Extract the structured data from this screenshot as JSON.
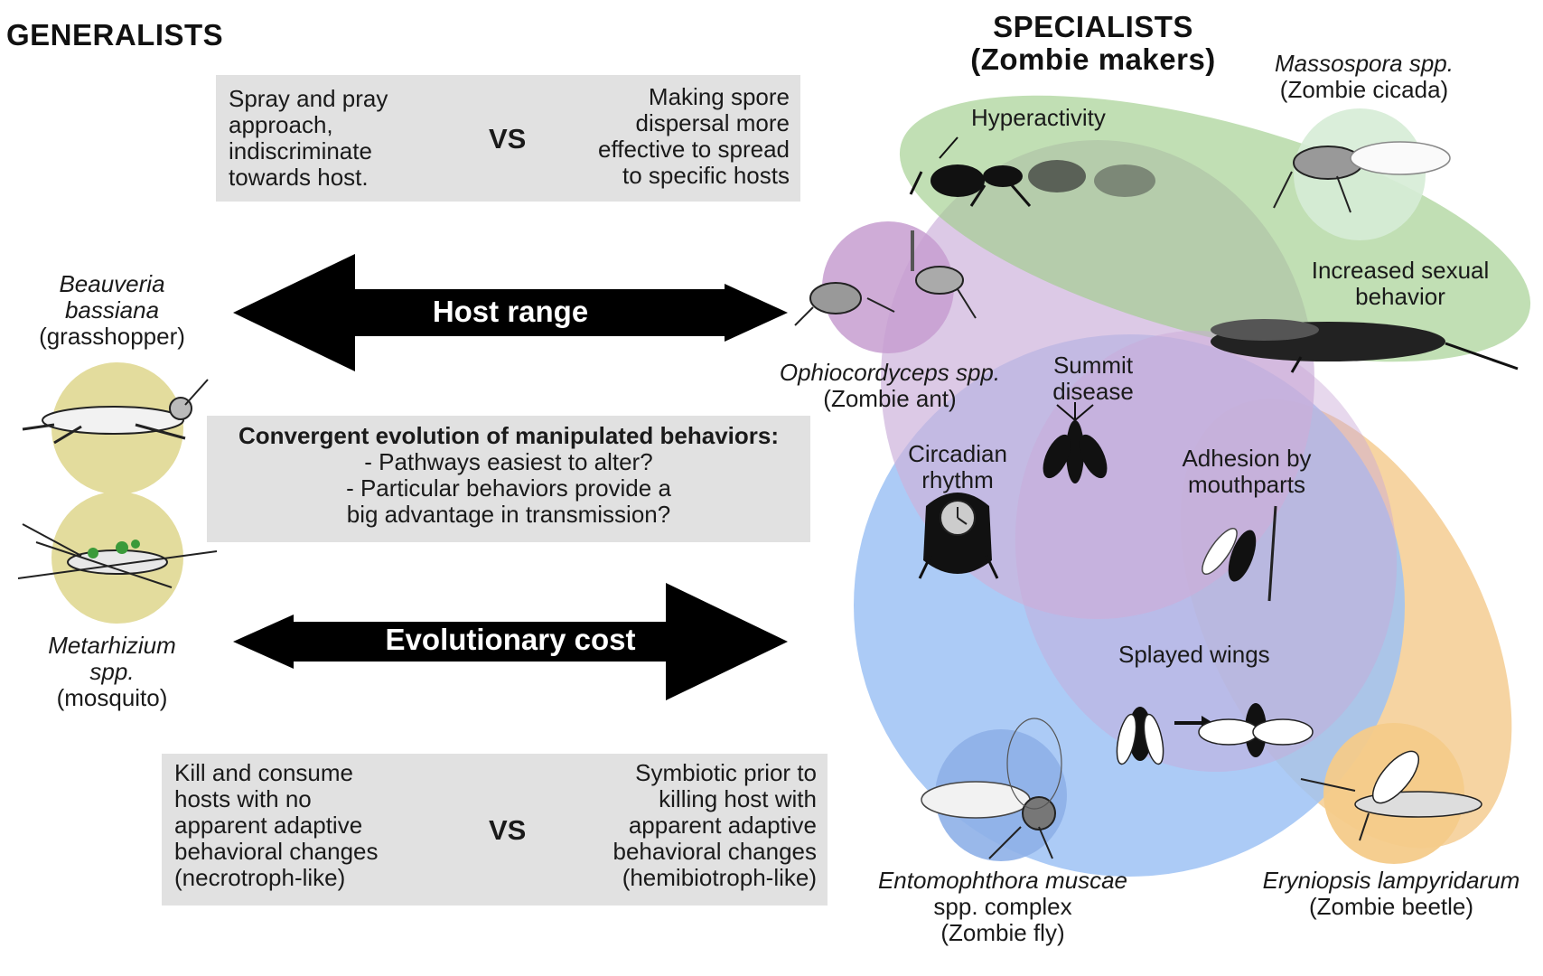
{
  "generalists": {
    "heading": "GENERALISTS",
    "top_box": {
      "left": [
        "Spray and pray",
        "approach,",
        "indiscriminate",
        "towards host."
      ],
      "vs": "VS",
      "right": [
        "Making spore",
        "dispersal more",
        "effective to spread",
        "to specific hosts"
      ]
    },
    "host_range_label": "Host range",
    "convergent_box": {
      "title": "Convergent evolution of manipulated behaviors:",
      "lines": [
        "- Pathways easiest to alter?",
        "- Particular behaviors provide a",
        "big advantage in transmission?"
      ]
    },
    "evolutionary_cost_label": "Evolutionary cost",
    "bottom_box": {
      "left": [
        "Kill and consume",
        "hosts with no",
        "apparent adaptive",
        "behavioral changes",
        "(necrotroph-like)"
      ],
      "vs": "VS",
      "right": [
        "Symbiotic prior to",
        "killing host with",
        "apparent adaptive",
        "behavioral changes",
        "(hemibiotroph-like)"
      ]
    },
    "species": [
      {
        "name_lines": [
          "Beauveria",
          "bassiana"
        ],
        "host": "(grasshopper)"
      },
      {
        "name_lines": [
          "Metarhizium",
          "spp."
        ],
        "host": "(mosquito)"
      }
    ]
  },
  "specialists": {
    "heading": [
      "SPECIALISTS",
      "(Zombie makers)"
    ],
    "behaviors": {
      "hyperactivity": "Hyperactivity",
      "sexual": [
        "Increased sexual",
        "behavior"
      ],
      "summit": [
        "Summit",
        "disease"
      ],
      "circadian": [
        "Circadian",
        "rhythm"
      ],
      "adhesion": [
        "Adhesion by",
        "mouthparts"
      ],
      "splayed": "Splayed wings"
    },
    "species": {
      "massospora": {
        "name": "Massospora spp.",
        "common": "(Zombie cicada)"
      },
      "ophiocordyceps": {
        "name": "Ophiocordyceps spp.",
        "common": "(Zombie ant)"
      },
      "entomophthora": {
        "name": "Entomophthora muscae",
        "extra": "spp. complex",
        "common": "(Zombie fly)"
      },
      "eryniopsis": {
        "name": "Eryniopsis lampyridarum",
        "common": "(Zombie beetle)"
      }
    },
    "colors": {
      "green": "#9fce8c",
      "purple": "#cdb2dc",
      "blue": "#9ec2f5",
      "orange": "#f5cc92",
      "yellow_circle": "#e3dc9d"
    }
  }
}
